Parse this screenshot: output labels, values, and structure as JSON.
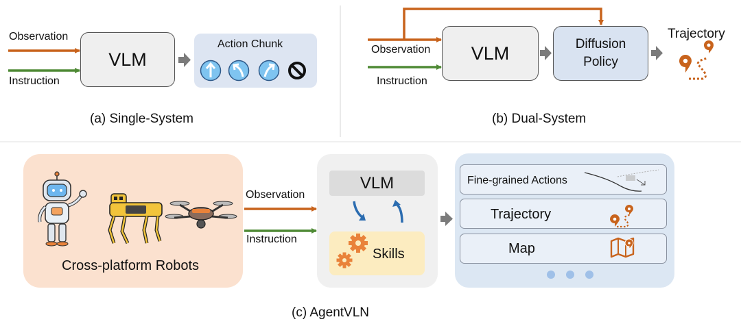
{
  "panel_a": {
    "observation_label": "Observation",
    "instruction_label": "Instruction",
    "vlm_label": "VLM",
    "action_chunk_label": "Action Chunk",
    "caption": "(a) Single-System"
  },
  "panel_b": {
    "observation_label": "Observation",
    "instruction_label": "Instruction",
    "vlm_label": "VLM",
    "policy_line1": "Diffusion",
    "policy_line2": "Policy",
    "trajectory_label": "Trajectory",
    "caption": "(b) Dual-System"
  },
  "panel_c": {
    "robots_label": "Cross-platform Robots",
    "observation_label": "Observation",
    "instruction_label": "Instruction",
    "vlm_label": "VLM",
    "skills_label": "Skills",
    "outputs": [
      {
        "label": "Fine-grained Actions"
      },
      {
        "label": "Trajectory"
      },
      {
        "label": "Map"
      }
    ],
    "caption": "(c) AgentVLN"
  },
  "colors": {
    "observation_arrow": "#c8631c",
    "instruction_arrow": "#4f8a35",
    "gray_arrow": "#7b7b7b",
    "accent_orange": "#c8631c",
    "robots_panel": "#fbe1cf",
    "agent_panel": "#f0f0f0",
    "skills_box": "#fcecc0",
    "output_panel": "#dce7f3",
    "dots": "#9fc0e8"
  }
}
